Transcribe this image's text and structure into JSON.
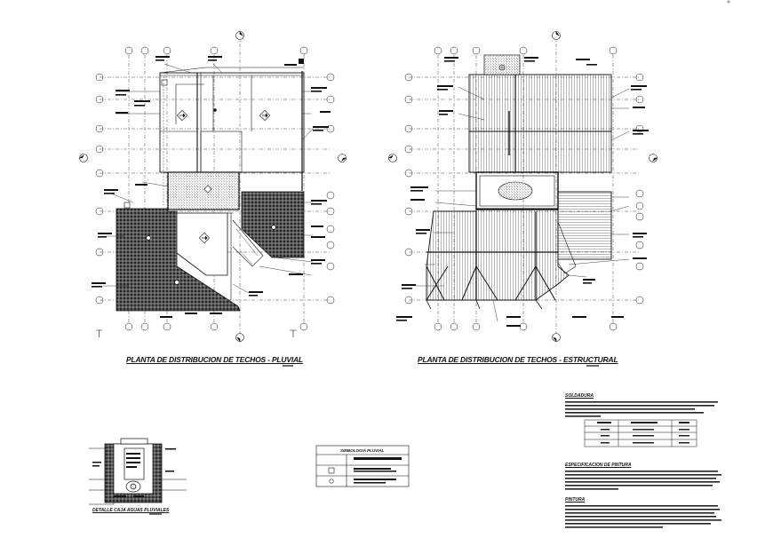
{
  "sheet": {
    "plan_left_title": "PLANTA DE DISTRIBUCION DE TECHOS - PLUVIAL",
    "plan_right_title": "PLANTA DE DISTRIBUCION DE TECHOS - ESTRUCTURAL",
    "detail_title": "DETALLE CAJA AGUAS PLUVIALES",
    "legend_title": "SIMBOLOGIA PLUVIAL",
    "notes": {
      "note1_title": "SOLDADURA",
      "note2_title": "ESPECIFICACION DE PINTURA",
      "note3_title": "PINTURA"
    }
  },
  "colors": {
    "ink": "#111111",
    "hatch": "#222222"
  }
}
